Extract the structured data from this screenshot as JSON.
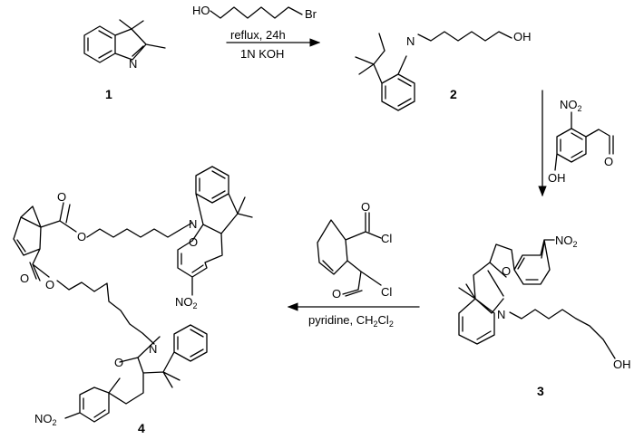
{
  "compounds": {
    "c1": {
      "number": "1",
      "atoms": {
        "n": "N"
      }
    },
    "c2": {
      "number": "2",
      "atoms": {
        "n": "N",
        "oh": "OH"
      }
    },
    "c3": {
      "number": "3",
      "atoms": {
        "n": "N",
        "o": "O",
        "no2": "NO",
        "no2_sub": "2",
        "oh": "OH"
      }
    },
    "c4": {
      "number": "4",
      "atoms": {
        "n": "N",
        "o": "O",
        "no2": "NO",
        "no2_sub": "2"
      }
    }
  },
  "reagents": {
    "bromohexanol": {
      "ho": "HO",
      "br": "Br"
    },
    "aldehyde": {
      "no2": "NO",
      "no2_sub": "2",
      "oh": "OH",
      "o": "O"
    },
    "acid_chloride": {
      "o": "O",
      "cl": "Cl"
    }
  },
  "conditions": {
    "step1": {
      "line1": "reflux, 24h",
      "line2": "1N KOH"
    },
    "step3": {
      "text": "pyridine, CH",
      "sub": "2",
      "text2": "Cl",
      "sub2": "2"
    }
  }
}
